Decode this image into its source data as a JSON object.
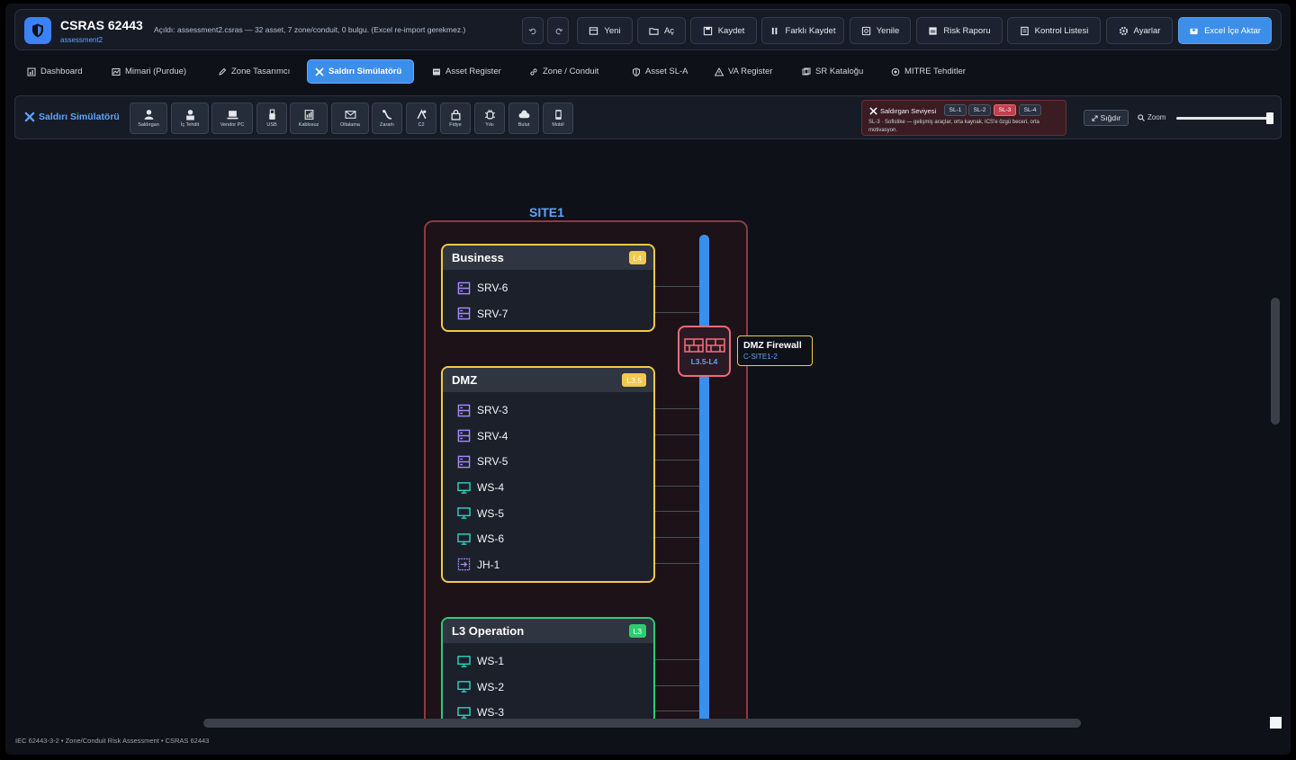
{
  "header": {
    "app_title": "CSRAS 62443",
    "app_subtitle": "assessment2",
    "status": "Açıldı: assessment2.csras — 32 asset, 7 zone/conduit, 0 bulgu. (Excel re-import gerekmez.)",
    "buttons": {
      "new": "Yeni",
      "open": "Aç",
      "save": "Kaydet",
      "save_as": "Farklı Kaydet",
      "refresh": "Yenile",
      "risk_report": "Risk Raporu",
      "checklist": "Kontrol Listesi",
      "settings": "Ayarlar",
      "excel_import": "Excel İçe Aktar"
    }
  },
  "tabs": [
    {
      "label": "Dashboard"
    },
    {
      "label": "Mimari (Purdue)"
    },
    {
      "label": "Zone Tasarımcı"
    },
    {
      "label": "Saldırı Simülatörü",
      "active": true
    },
    {
      "label": "Asset Register"
    },
    {
      "label": "Zone / Conduit"
    },
    {
      "label": "Asset SL-A"
    },
    {
      "label": "VA Register"
    },
    {
      "label": "SR Kataloğu"
    },
    {
      "label": "MITRE Tehditler"
    }
  ],
  "simulator": {
    "title": "Saldırı Simülatörü",
    "tools": [
      "Saldırgan",
      "İç Tehdit",
      "Vendor PC",
      "USB",
      "Kablosuz",
      "Oltalama",
      "Zararlı",
      "C2",
      "Fidye",
      "Yıkı",
      "Bulut",
      "Mobil"
    ],
    "attacker_level_label": "Saldırgan Seviyesi",
    "levels": [
      "SL-1",
      "SL-2",
      "SL-3",
      "SL-4"
    ],
    "active_level": "SL-3",
    "level_desc": "SL-3 · Sofistike — gelişmiş araçlar, orta kaynak, ICS'e özgü beceri, orta motivasyon.",
    "fit_label": "Sığdır",
    "zoom_label": "Zoom",
    "zoom_value": 0.96
  },
  "canvas": {
    "site_title": "SITE1",
    "zones": [
      {
        "name": "Business",
        "level": "L4",
        "assets": [
          {
            "name": "SRV-6",
            "icon": "server"
          },
          {
            "name": "SRV-7",
            "icon": "server"
          }
        ]
      },
      {
        "name": "DMZ",
        "level": "L3.5",
        "assets": [
          {
            "name": "SRV-3",
            "icon": "server"
          },
          {
            "name": "SRV-4",
            "icon": "server"
          },
          {
            "name": "SRV-5",
            "icon": "server"
          },
          {
            "name": "WS-4",
            "icon": "monitor"
          },
          {
            "name": "WS-5",
            "icon": "monitor"
          },
          {
            "name": "WS-6",
            "icon": "monitor"
          },
          {
            "name": "JH-1",
            "icon": "jump-host"
          }
        ]
      },
      {
        "name": "L3 Operation",
        "level": "L3",
        "assets": [
          {
            "name": "WS-1",
            "icon": "monitor"
          },
          {
            "name": "WS-2",
            "icon": "monitor"
          },
          {
            "name": "WS-3",
            "icon": "monitor"
          }
        ]
      }
    ],
    "firewall": {
      "name": "DMZ Firewall",
      "code": "C-SITE1-2",
      "levels": "L3.5-L4"
    }
  },
  "colors": {
    "accent": "#3b8eea",
    "zone_l4": "#f2c94c",
    "zone_l35": "#f2c94c",
    "zone_l3": "#2ecc71",
    "server_icon": "#a78bfa",
    "monitor_icon": "#2dd4bf",
    "firewall": "#ef6b7a"
  },
  "footer": "IEC 62443-3-2 • Zone/Conduit Risk Assessment • CSRAS 62443"
}
